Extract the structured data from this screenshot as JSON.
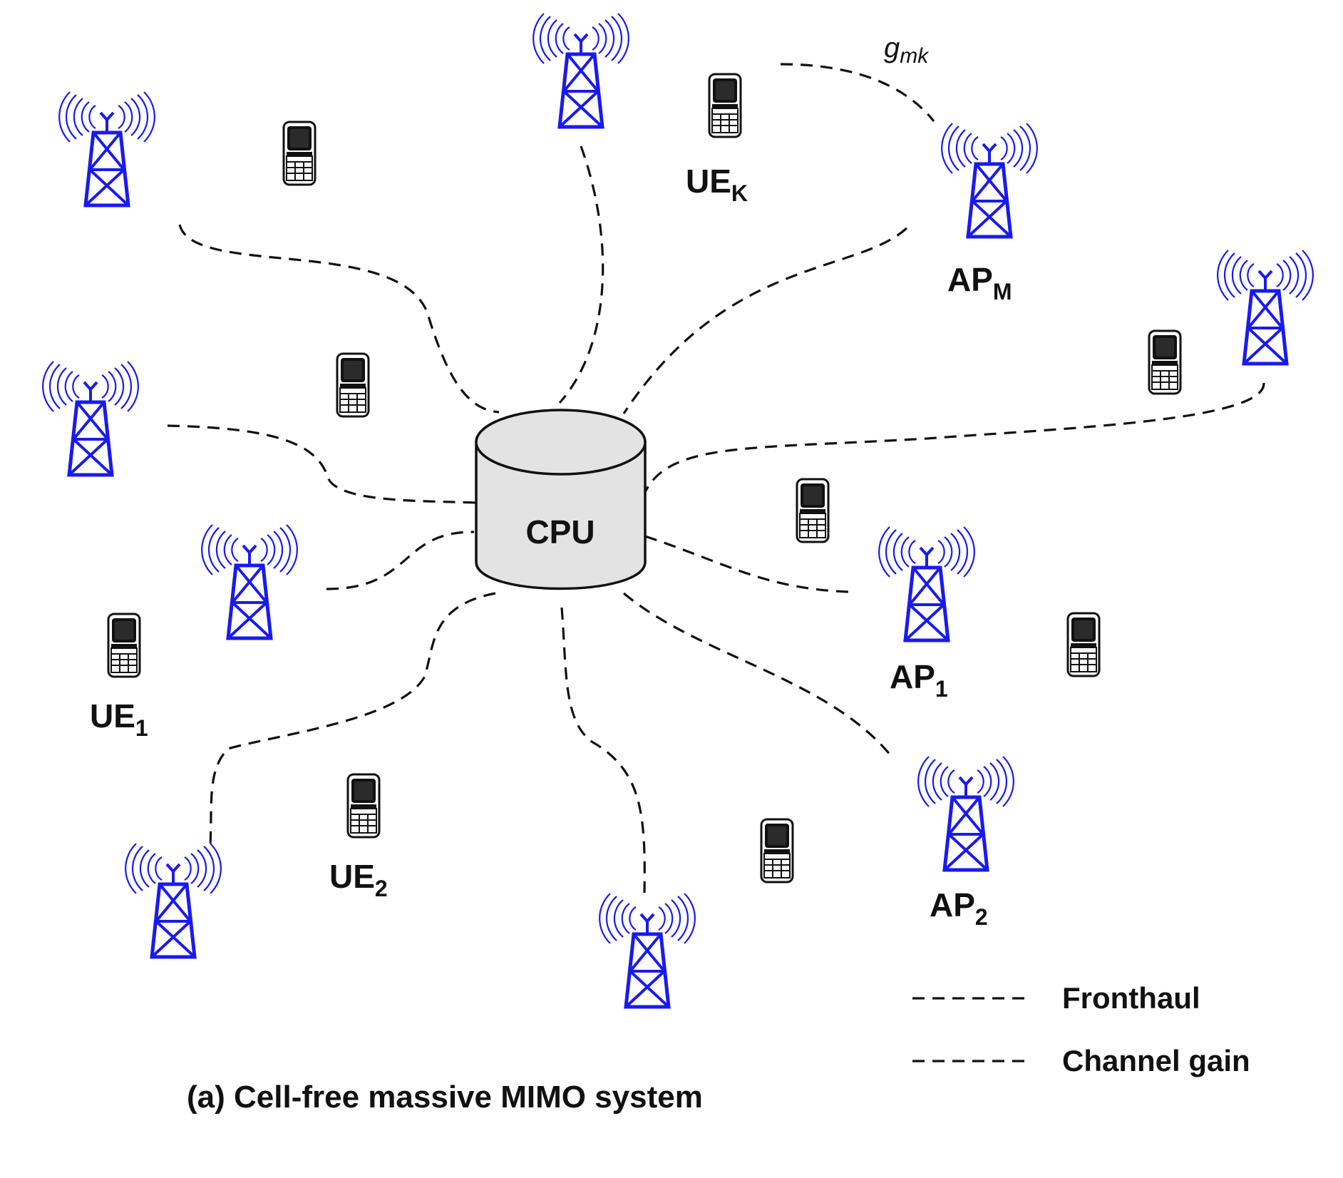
{
  "cpu_label": "CPU",
  "labels": {
    "ue_k": {
      "base": "UE",
      "sub": "K"
    },
    "ue_1": {
      "base": "UE",
      "sub": "1"
    },
    "ue_2": {
      "base": "UE",
      "sub": "2"
    },
    "ap_m": {
      "base": "AP",
      "sub": "M"
    },
    "ap_1": {
      "base": "AP",
      "sub": "1"
    },
    "ap_2": {
      "base": "AP",
      "sub": "2"
    },
    "gmk": {
      "base": "g",
      "sub": "mk"
    }
  },
  "legend": {
    "fronthaul": "Fronthaul",
    "channel_gain": "Channel gain"
  },
  "caption": "(a) Cell-free massive MIMO system",
  "colors": {
    "tower": "#1a1aee",
    "line": "#111111",
    "cpu_fill": "#e3e3e3"
  },
  "icons": {
    "access_point": "antenna-tower-icon",
    "user": "mobile-phone-icon",
    "cpu": "cylinder-database-icon"
  }
}
